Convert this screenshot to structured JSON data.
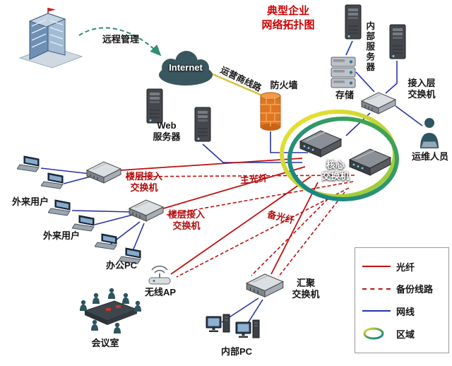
{
  "title": "典型企业\n网络拓扑图",
  "nodes": {
    "remote_mgmt": "远程管理",
    "internet": "Internet",
    "carrier_line": "运营商线路",
    "firewall": "防火墙",
    "web_server": "Web\n服务器",
    "internal_server": "内部服务器",
    "storage": "存储",
    "access_switch": "接入层\n交换机",
    "ops_staff": "运维人员",
    "core_switch": "核心\n交换机",
    "main_fiber": "主光纤",
    "backup_fiber": "备光纤",
    "floor_switch_1": "楼层接入\n交换机",
    "floor_switch_2": "楼层接入\n交换机",
    "external_users_1": "外来用户",
    "external_users_2": "外来用户",
    "office_pc": "办公PC",
    "wireless_ap": "无线AP",
    "meeting_room": "会议室",
    "agg_switch": "汇聚\n交换机",
    "internal_pc": "内部PC"
  },
  "legend": {
    "items": [
      {
        "label": "光纤",
        "style": "fiber-solid"
      },
      {
        "label": "备份线路",
        "style": "fiber-dashed"
      },
      {
        "label": "网线",
        "style": "lan-solid"
      },
      {
        "label": "区域",
        "style": "zone-ring"
      }
    ]
  },
  "colors": {
    "title": "#cc0000",
    "fiber": "#c01010",
    "backup_line": "#c01010",
    "lan": "#2633a8",
    "carrier_line": "#d4c23c",
    "remote_link": "#2f9070",
    "zone_yellow": "#f4e22f",
    "zone_green": "#48a84e",
    "zone_teal": "#12808f"
  }
}
